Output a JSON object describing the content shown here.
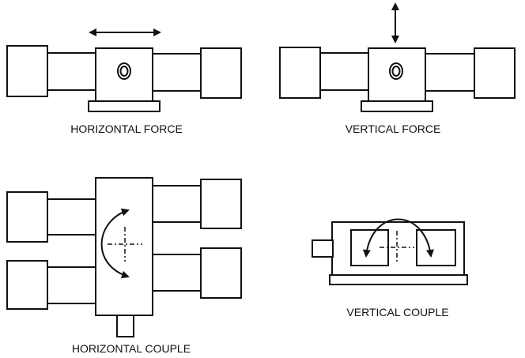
{
  "labels": {
    "horizontal_force": "HORIZONTAL FORCE",
    "vertical_force": "VERTICAL FORCE",
    "horizontal_couple": "HORIZONTAL COUPLE",
    "vertical_couple": "VERTICAL COUPLE"
  }
}
